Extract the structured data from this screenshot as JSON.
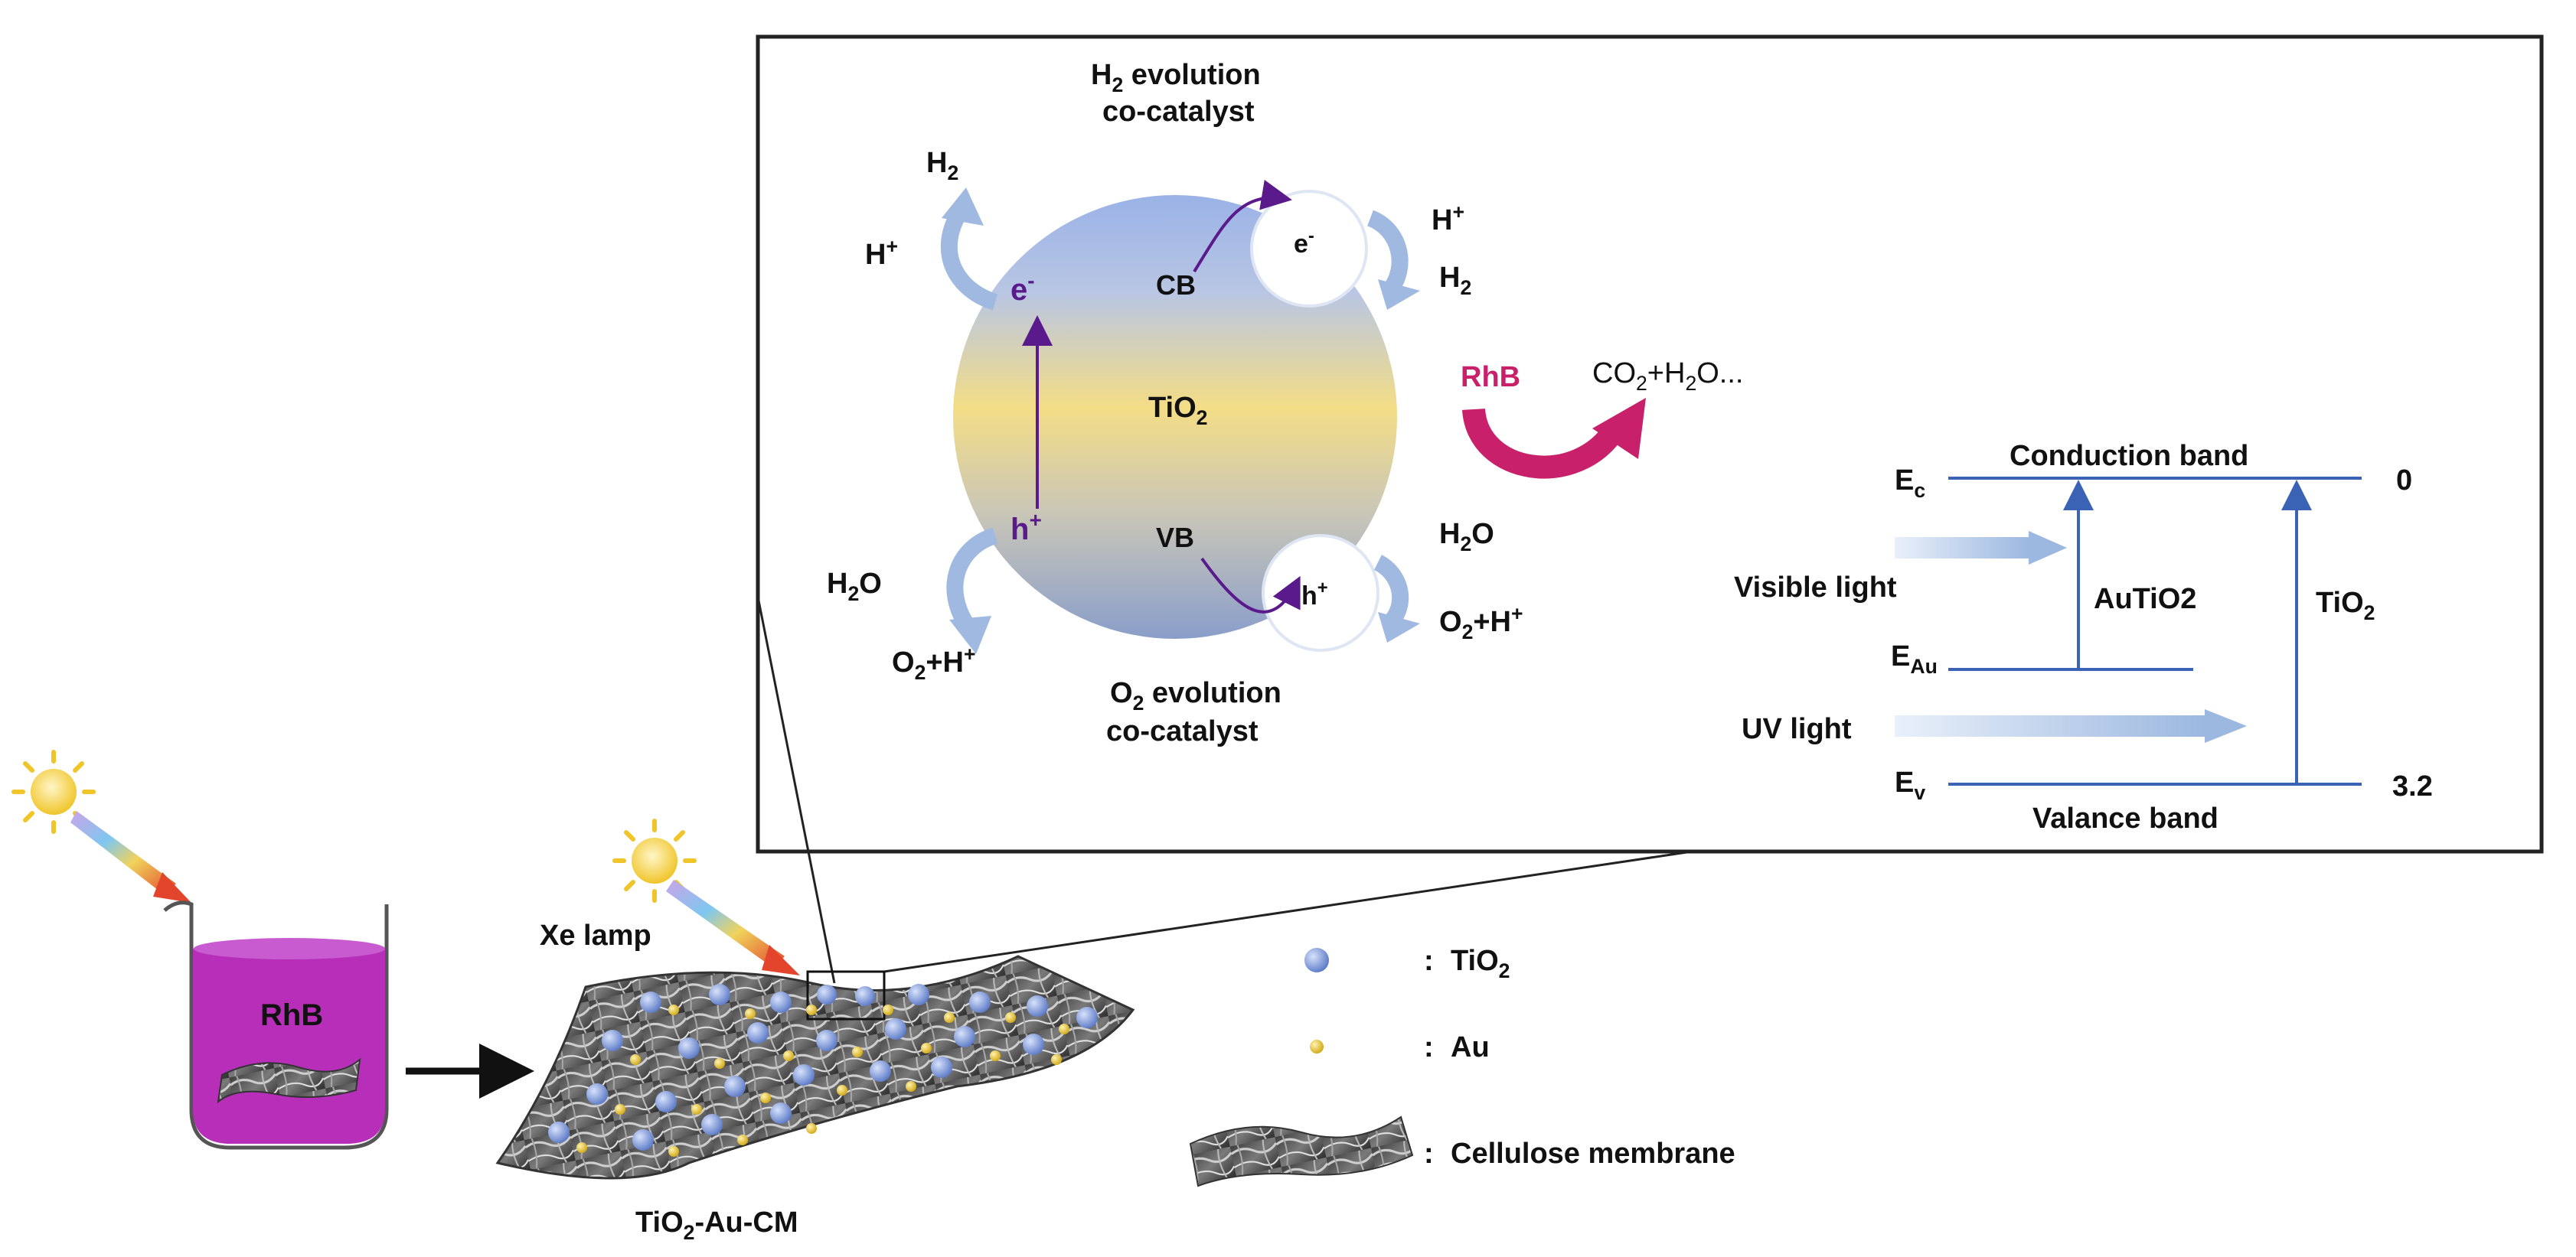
{
  "colors": {
    "frame": "#222222",
    "band_line": "#3a63b5",
    "arrow_blue": "#9fb9e0",
    "purple": "#5a1a8c",
    "magenta": "#c8206a",
    "beaker_liquid": "#b72fb8",
    "sphere_top": "#9fb7e6",
    "sphere_mid": "#f2dd85",
    "tio2_particle": "#6e8fd6",
    "au_particle": "#e8c324"
  },
  "icons": {
    "sun": "sun-icon",
    "light_beam": "light-beam-icon",
    "beaker": "beaker-icon",
    "membrane": "membrane-icon"
  },
  "photocatalysis": {
    "h2_cocatalyst": [
      "H",
      "2",
      " evolution",
      "co-catalyst"
    ],
    "o2_cocatalyst": [
      "O",
      "2",
      " evolution",
      "co-catalyst"
    ],
    "sphere": [
      "TiO",
      "2"
    ],
    "cb": "CB",
    "vb": "VB",
    "electron": [
      "e",
      "-"
    ],
    "hole": [
      "h",
      "+"
    ],
    "h2_left": [
      "H",
      "2"
    ],
    "hplus_left": [
      "H",
      "+"
    ],
    "h2o_left": [
      "H",
      "2",
      "O"
    ],
    "o2h_left": [
      "O",
      "2",
      "+H",
      "+"
    ],
    "hplus_right": [
      "H",
      "+"
    ],
    "h2_right": [
      "H",
      "2"
    ],
    "h2o_right": [
      "H",
      "2",
      "O"
    ],
    "o2h_right": [
      "O",
      "2",
      "+H",
      "+"
    ],
    "rhb": "RhB",
    "products": [
      "CO",
      "2",
      "+H",
      "2",
      "O..."
    ]
  },
  "band_diagram": {
    "conduction_band": "Conduction band",
    "valance_band": "Valance band",
    "ec": [
      "E",
      "c"
    ],
    "eau": [
      "E",
      "Au"
    ],
    "ev": [
      "E",
      "v"
    ],
    "zero": "0",
    "gap": "3.2",
    "visible_light": "Visible light",
    "uv_light": "UV light",
    "autio2": "AuTiO2",
    "tio2": [
      "TiO",
      "2"
    ]
  },
  "process": {
    "beaker_label": "RhB",
    "lamp": "Xe lamp",
    "product": [
      "TiO",
      "2",
      "-Au-CM"
    ]
  },
  "legend": {
    "tio2": [
      "TiO",
      "2"
    ],
    "au": "Au",
    "membrane": "Cellulose membrane",
    "colon": ":"
  }
}
